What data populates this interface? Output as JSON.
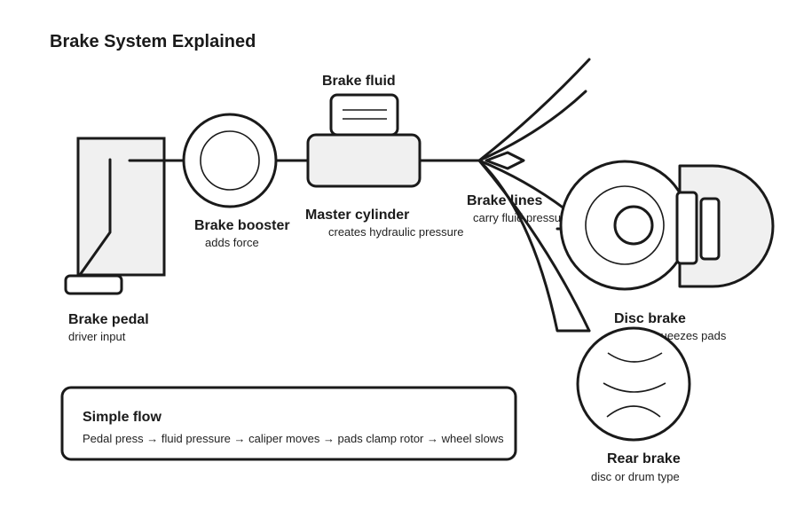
{
  "title": "Brake System Explained",
  "components": {
    "brake_pedal": {
      "label": "Brake pedal",
      "desc": "driver input"
    },
    "brake_booster": {
      "label": "Brake booster",
      "desc": "adds force"
    },
    "brake_fluid": {
      "label": "Brake fluid"
    },
    "master_cylinder": {
      "label": "Master cylinder",
      "desc": "creates hydraulic pressure"
    },
    "brake_lines": {
      "label": "Brake lines",
      "desc": "carry fluid pressure"
    },
    "disc_brake": {
      "label": "Disc brake",
      "desc": "caliper squeezes pads"
    },
    "rear_brake": {
      "label": "Rear brake",
      "desc": "disc or drum type"
    }
  },
  "flow_box": {
    "title": "Simple flow",
    "text": "Pedal press → fluid pressure → caliper moves → pads clamp rotor → wheel slows"
  }
}
